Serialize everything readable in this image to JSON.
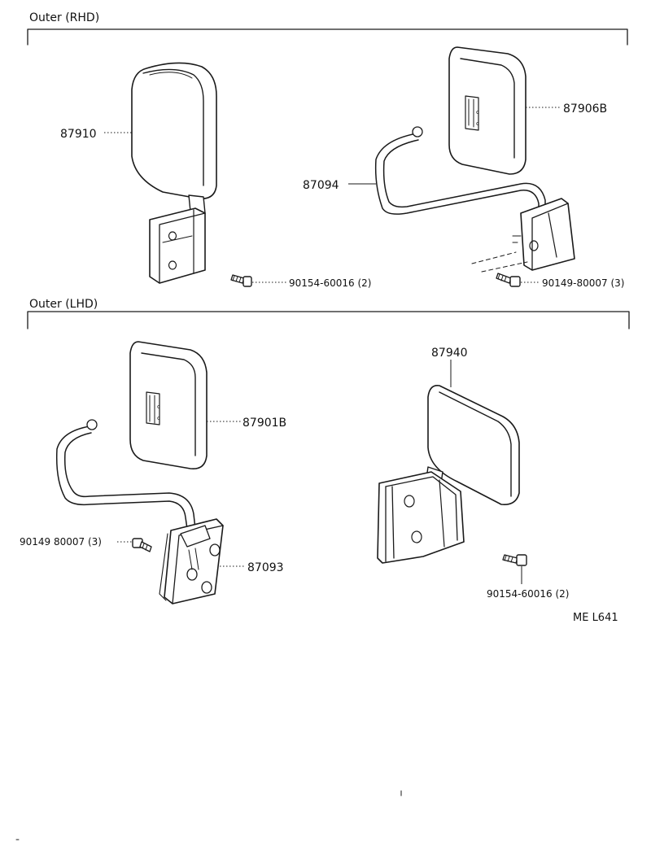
{
  "sections": {
    "rhd": {
      "title": "Outer (RHD)"
    },
    "lhd": {
      "title": "Outer (LHD)"
    }
  },
  "parts": {
    "rhd_mirror_left": {
      "number": "87910"
    },
    "rhd_mirror_right": {
      "number": "87906B"
    },
    "rhd_stay": {
      "number": "87094"
    },
    "lhd_mirror_left": {
      "number": "87901B"
    },
    "lhd_stay": {
      "number": "87093"
    },
    "lhd_mirror_right": {
      "number": "87940"
    }
  },
  "fasteners": {
    "rhd_screw": {
      "label": "90154-60016 (2)"
    },
    "rhd_bolt": {
      "label": "90149-80007 (3)"
    },
    "lhd_bolt": {
      "label": "90149 80007 (3)"
    },
    "lhd_screw": {
      "label": "90154-60016 (2)"
    }
  },
  "drawing_code": "ME  L641",
  "colors": {
    "ink": "#1a1a1a",
    "paper": "#ffffff"
  }
}
